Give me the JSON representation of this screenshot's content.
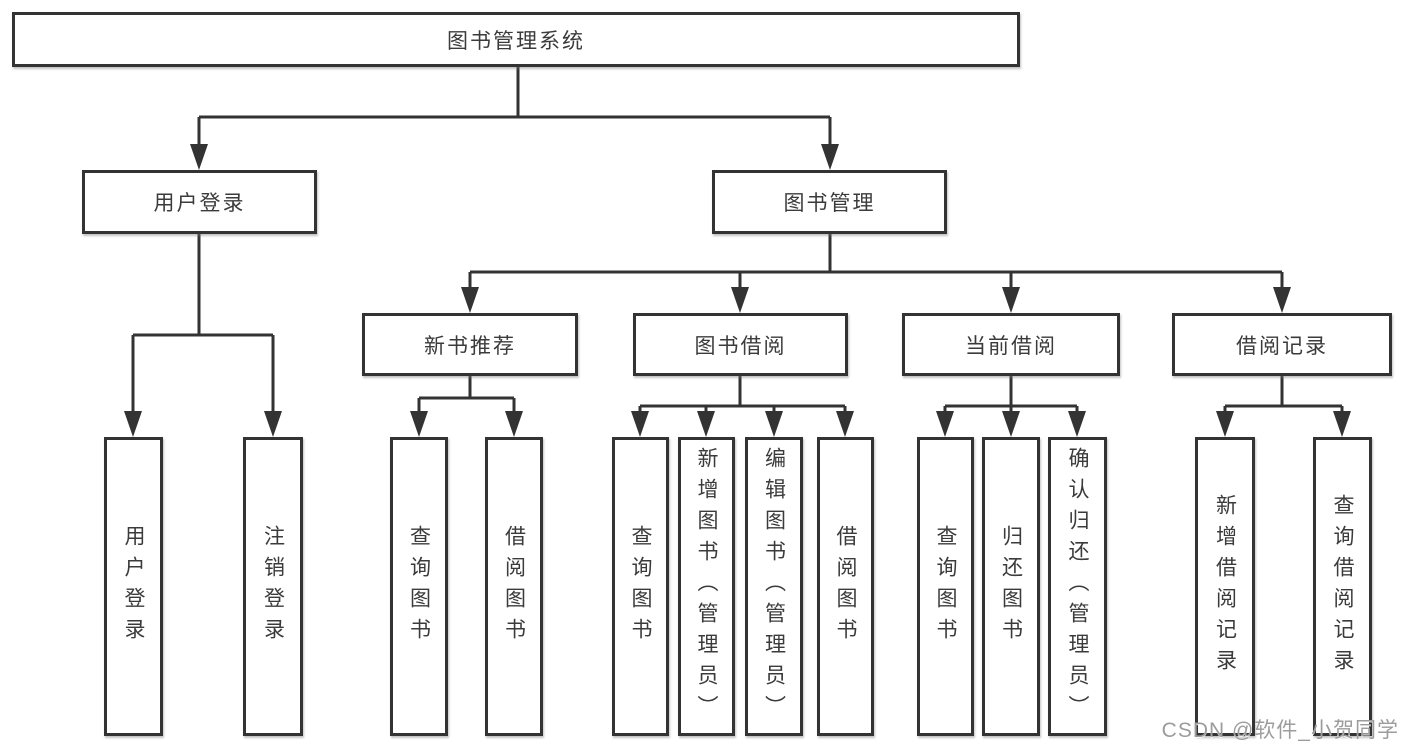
{
  "diagram": {
    "type": "tree",
    "background": "#ffffff",
    "line_color": "#333333",
    "text_color": "#3b3b3b",
    "watermark_color": "#9c9c9c",
    "root": {
      "label": "图书管理系统",
      "children": [
        {
          "label": "用户登录",
          "children": [
            {
              "label": "用户登录"
            },
            {
              "label": "注销登录"
            }
          ]
        },
        {
          "label": "图书管理",
          "children": [
            {
              "label": "新书推荐",
              "children": [
                {
                  "label": "查询图书"
                },
                {
                  "label": "借阅图书"
                }
              ]
            },
            {
              "label": "图书借阅",
              "children": [
                {
                  "label": "查询图书"
                },
                {
                  "label": "新增图书（管理员）"
                },
                {
                  "label": "编辑图书（管理员）"
                },
                {
                  "label": "借阅图书"
                }
              ]
            },
            {
              "label": "当前借阅",
              "children": [
                {
                  "label": "查询图书"
                },
                {
                  "label": "归还图书"
                },
                {
                  "label": "确认归还（管理员）"
                }
              ]
            },
            {
              "label": "借阅记录",
              "children": [
                {
                  "label": "新增借阅记录"
                },
                {
                  "label": "查询借阅记录"
                }
              ]
            }
          ]
        }
      ]
    },
    "watermark": "CSDN @软件_小贺同学"
  }
}
